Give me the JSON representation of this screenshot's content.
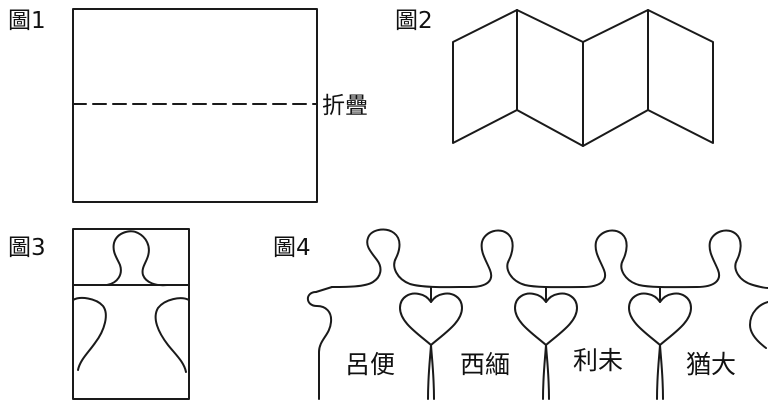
{
  "figures": {
    "fig1": {
      "label": "圖1",
      "fold_label": "折疊"
    },
    "fig2": {
      "label": "圖2"
    },
    "fig3": {
      "label": "圖3"
    },
    "fig4": {
      "label": "圖4",
      "names": [
        "呂便",
        "西緬",
        "利未",
        "猶大"
      ]
    }
  },
  "colors": {
    "line": "#1a1a1a",
    "background": "#ffffff"
  }
}
